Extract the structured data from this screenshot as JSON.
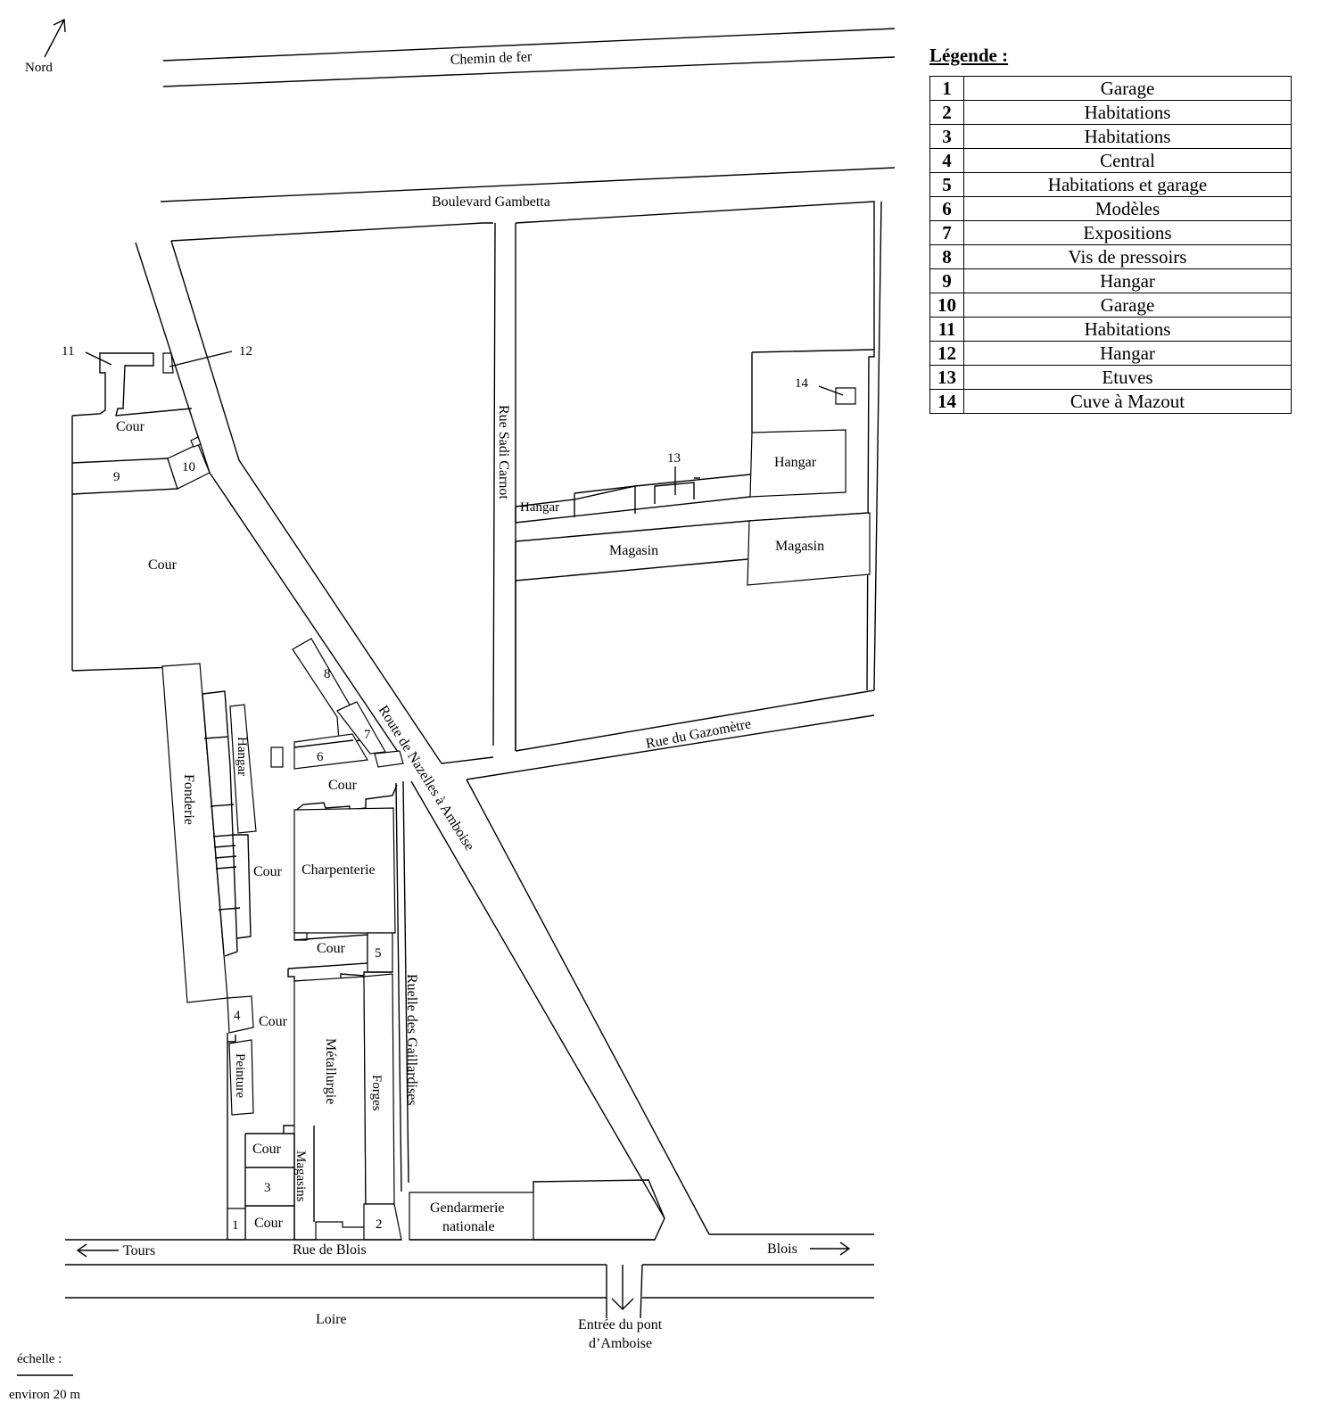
{
  "map": {
    "north": "Nord",
    "streets": {
      "railway": "Chemin de fer",
      "boulevard": "Boulevard Gambetta",
      "sadi_carnot": "Rue Sadi Carnot",
      "route_nazelles": "Route de Nazelles à Amboise",
      "gazometre": "Rue du Gazomètre",
      "gaillardises": "Ruelle des Gaillardises",
      "blois_street": "Rue de Blois",
      "loire": "Loire"
    },
    "directions": {
      "tours": "Tours",
      "blois": "Blois",
      "bridge_line1": "Entrée du pont",
      "bridge_line2": "d’Amboise"
    },
    "labels": {
      "cour": "Cour",
      "hangar": "Hangar",
      "magasin": "Magasin",
      "fonderie": "Fonderie",
      "charpenterie": "Charpenterie",
      "metallurgie": "Métallurgie",
      "forges": "Forges",
      "peinture": "Peinture",
      "magasins": "Magasins",
      "gendarmerie_line1": "Gendarmerie",
      "gendarmerie_line2": "nationale"
    },
    "numbers": [
      "1",
      "2",
      "3",
      "4",
      "5",
      "6",
      "7",
      "8",
      "9",
      "10",
      "11",
      "12",
      "13",
      "14"
    ],
    "scale": {
      "label": "échelle :",
      "value": "environ 20 m"
    }
  },
  "legend": {
    "title": "Légende :",
    "items": [
      {
        "num": "1",
        "label": "Garage"
      },
      {
        "num": "2",
        "label": "Habitations"
      },
      {
        "num": "3",
        "label": "Habitations"
      },
      {
        "num": "4",
        "label": "Central"
      },
      {
        "num": "5",
        "label": "Habitations et garage"
      },
      {
        "num": "6",
        "label": "Modèles"
      },
      {
        "num": "7",
        "label": "Expositions"
      },
      {
        "num": "8",
        "label": "Vis de pressoirs"
      },
      {
        "num": "9",
        "label": "Hangar"
      },
      {
        "num": "10",
        "label": "Garage"
      },
      {
        "num": "11",
        "label": "Habitations"
      },
      {
        "num": "12",
        "label": "Hangar"
      },
      {
        "num": "13",
        "label": "Etuves"
      },
      {
        "num": "14",
        "label": "Cuve à Mazout"
      }
    ]
  }
}
